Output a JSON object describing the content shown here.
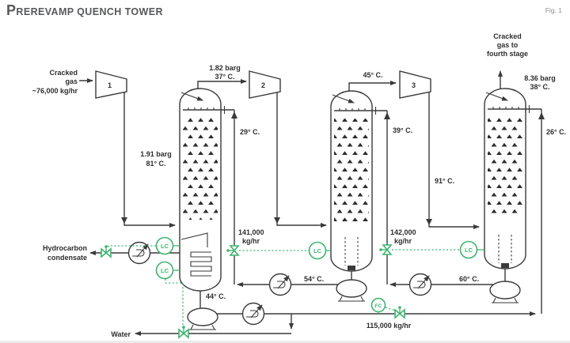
{
  "title": {
    "lead": "P",
    "rest": "REREVAMP QUENCH TOWER"
  },
  "figure_label": "Fig. 1",
  "colors": {
    "ink": "#3a3a3a",
    "green": "#3eb370",
    "title_gray": "#57585a",
    "fig_gray": "#8c8c8c"
  },
  "streams": {
    "feed": [
      "Cracked",
      "gas",
      "~76,000 kg/hr"
    ],
    "compressor1_discharge": [
      "1.91 barg",
      "81° C."
    ],
    "tower1_overhead": [
      "1.82 barg",
      "37° C."
    ],
    "tower1_spray_temp": "29° C.",
    "tower2_overhead_temp": "45° C.",
    "tower2_spray_temp": "39° C.",
    "compressor3_discharge_temp": "91° C.",
    "tower3_overhead": [
      "Cracked",
      "gas to",
      "fourth stage"
    ],
    "tower3_overhead_cond": [
      "8.36 barg",
      "38° C."
    ],
    "tower3_spray_temp": "26° C.",
    "riser1_flow": [
      "141,000",
      "kg/hr"
    ],
    "riser2_flow": [
      "142,000",
      "kg/hr"
    ],
    "tower1_bottoms_temp": "44° C.",
    "tower2_bottoms_temp": "54° C.",
    "tower3_bottoms_temp": "60° C.",
    "makeup_flow": "115,000 kg/hr",
    "condensate": [
      "Hydrocarbon",
      "condensate"
    ],
    "water": "Water"
  },
  "equipment": {
    "compressors": [
      "1",
      "2",
      "3"
    ],
    "level_controller": "LC",
    "flow_controller": "FC"
  }
}
